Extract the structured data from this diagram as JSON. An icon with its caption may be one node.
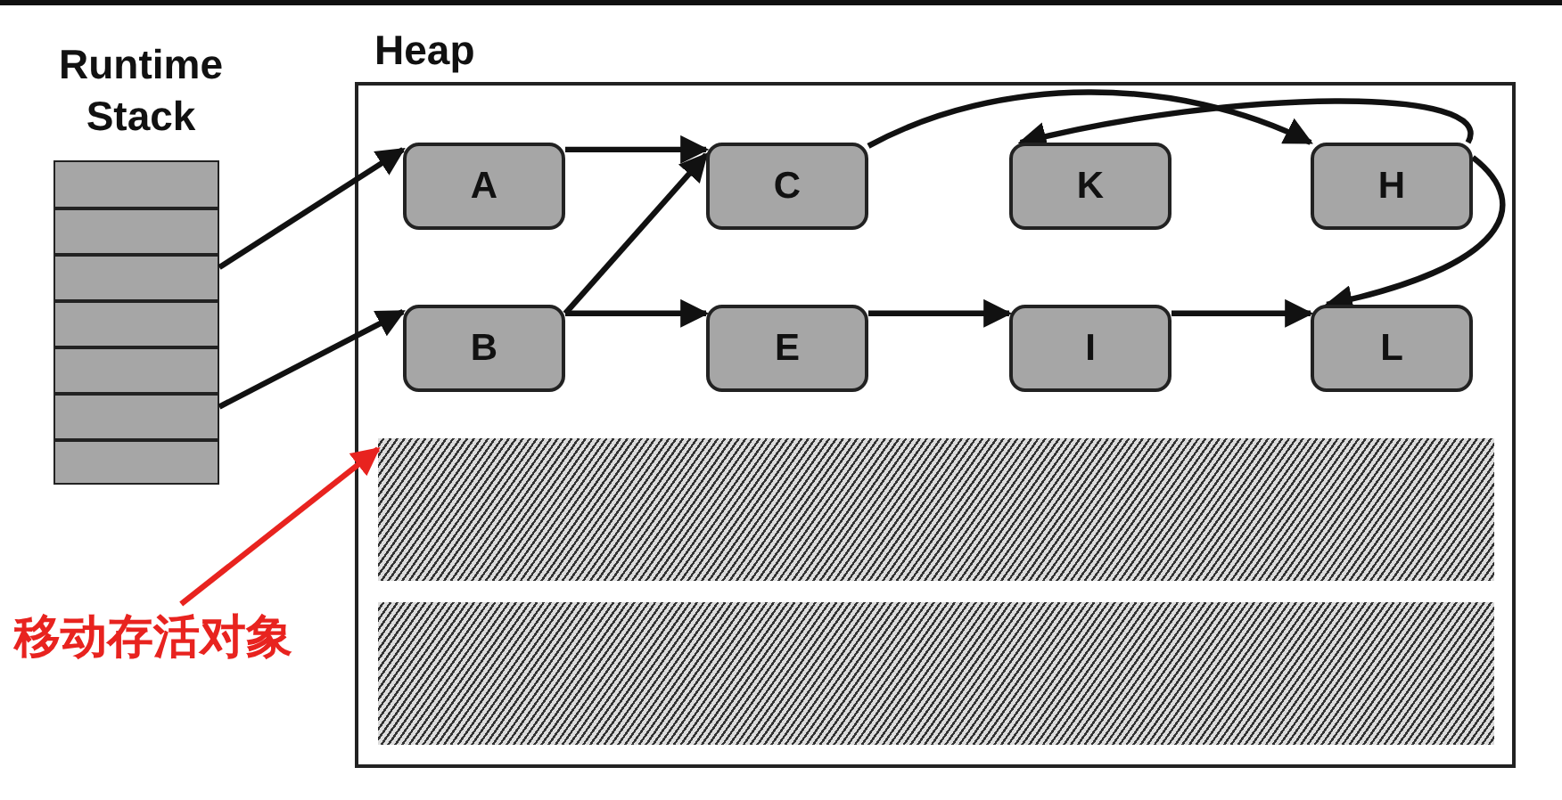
{
  "diagram": {
    "nodes": [
      {
        "text": [
          "Heap"
        ]
      },
      {
        "text": [
          "Runtime Stack"
        ]
      },
      {
        "text": [
          "A"
        ],
        "in": 0
      },
      {
        "text": [
          "C"
        ],
        "in": 0
      },
      {
        "text": [
          "K"
        ],
        "in": 0
      },
      {
        "text": [
          "H"
        ],
        "in": 0
      },
      {
        "text": [
          "B"
        ],
        "in": 0
      },
      {
        "text": [
          "E"
        ],
        "in": 0
      },
      {
        "text": [
          "I"
        ],
        "in": 0
      },
      {
        "text": [
          "L"
        ],
        "in": 0
      },
      {
        "text": [],
        "shape": "bar",
        "in": 0
      },
      {
        "text": [],
        "shape": "bar",
        "in": 0
      },
      {
        "text": [
          "移动存活对象"
        ]
      }
    ],
    "edges": [
      {
        "from": 1,
        "to": 2,
        "arrow": "to"
      },
      {
        "from": 1,
        "to": 6,
        "arrow": "to"
      },
      {
        "from": 2,
        "to": 3,
        "arrow": "to"
      },
      {
        "from": 6,
        "to": 3,
        "arrow": "to"
      },
      {
        "from": 6,
        "to": 7,
        "arrow": "to"
      },
      {
        "from": 7,
        "to": 8,
        "arrow": "to"
      },
      {
        "from": 8,
        "to": 9,
        "arrow": "to"
      },
      {
        "from": 3,
        "to": 5,
        "arrow": "to"
      },
      {
        "from": 5,
        "to": 4,
        "arrow": "to"
      },
      {
        "from": 5,
        "to": 9,
        "arrow": "to"
      },
      {
        "from": 12,
        "to": 0,
        "arrow": "to",
        "color": "#e8231f"
      }
    ]
  }
}
